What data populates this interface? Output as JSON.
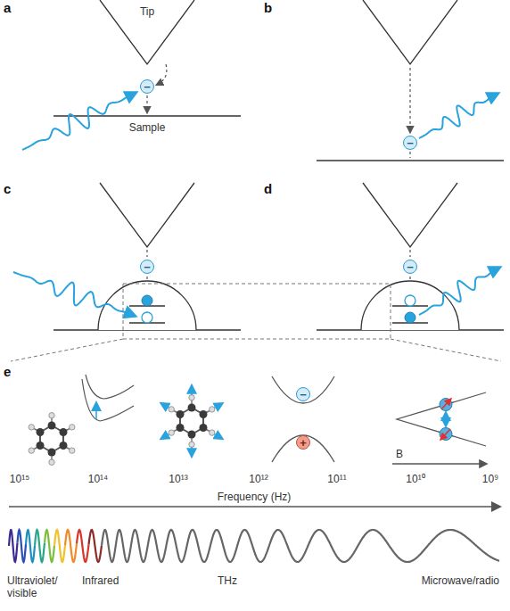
{
  "diagram": {
    "nodes": [
      {
        "text": [
          "−"
        ]
      },
      {
        "text": [
          "−"
        ]
      },
      {
        "text": [
          "−"
        ]
      },
      {
        "text": [
          "−"
        ]
      },
      {
        "text": [
          "−"
        ]
      },
      {
        "text": [
          "+"
        ]
      }
    ],
    "labels": [
      "a",
      "Tip",
      "Sample",
      "b",
      "c",
      "d",
      "e",
      "10¹⁵",
      "10¹⁴",
      "10¹³",
      "10¹²",
      "10¹¹",
      "10¹⁰",
      "10⁹",
      "Frequency (Hz)",
      "B",
      "Ultraviolet/ visible",
      "Infrared",
      "THz",
      "Microwave/radio"
    ]
  }
}
